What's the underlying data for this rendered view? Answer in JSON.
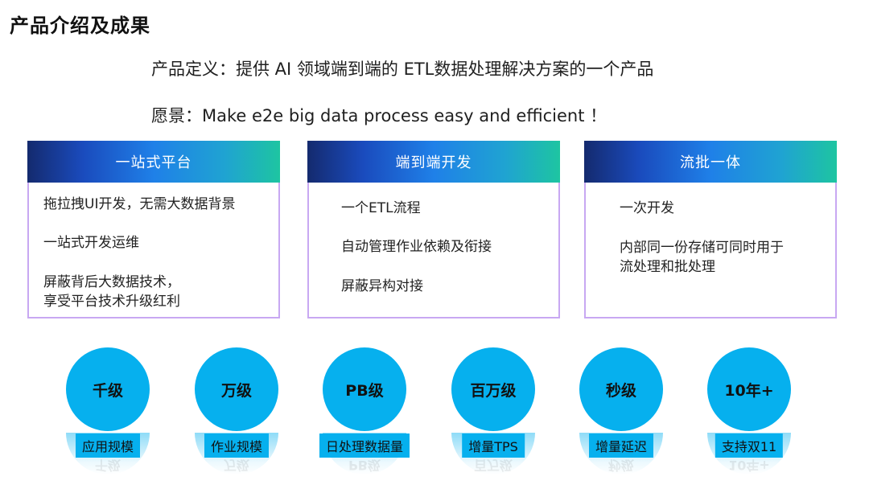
{
  "title": "产品介绍及成果",
  "definition": "产品定义：提供 AI 领域端到端的 ETL数据处理解决方案的一个产品",
  "vision": "愿景：Make  e2e  big  data  process  easy and efficient ！",
  "colors": {
    "header_gradient_start": "#142a6e",
    "header_gradient_mid": "#1f80e8",
    "header_gradient_end": "#1ec5a1",
    "card_border": "#c8a8f2",
    "circle": "#06b0ee"
  },
  "cards": [
    {
      "header": "一站式平台",
      "items": [
        "拖拉拽UI开发，无需大数据背景",
        "一站式开发运维",
        "屏蔽背后大数据技术，",
        "享受平台技术升级红利"
      ]
    },
    {
      "header": "端到端开发",
      "items": [
        "一个ETL流程",
        "自动管理作业依赖及衔接",
        "屏蔽异构对接"
      ]
    },
    {
      "header": "流批一体",
      "items": [
        "一次开发",
        "内部同一份存储可同时用于",
        "流处理和批处理"
      ]
    }
  ],
  "stats": [
    {
      "value": "千级",
      "label": "应用规模"
    },
    {
      "value": "万级",
      "label": "作业规模"
    },
    {
      "value": "PB级",
      "label": "日处理数据量"
    },
    {
      "value": "百万级",
      "label": "增量TPS"
    },
    {
      "value": "秒级",
      "label": "增量延迟"
    },
    {
      "value": "10年+",
      "label": "支持双11"
    }
  ]
}
